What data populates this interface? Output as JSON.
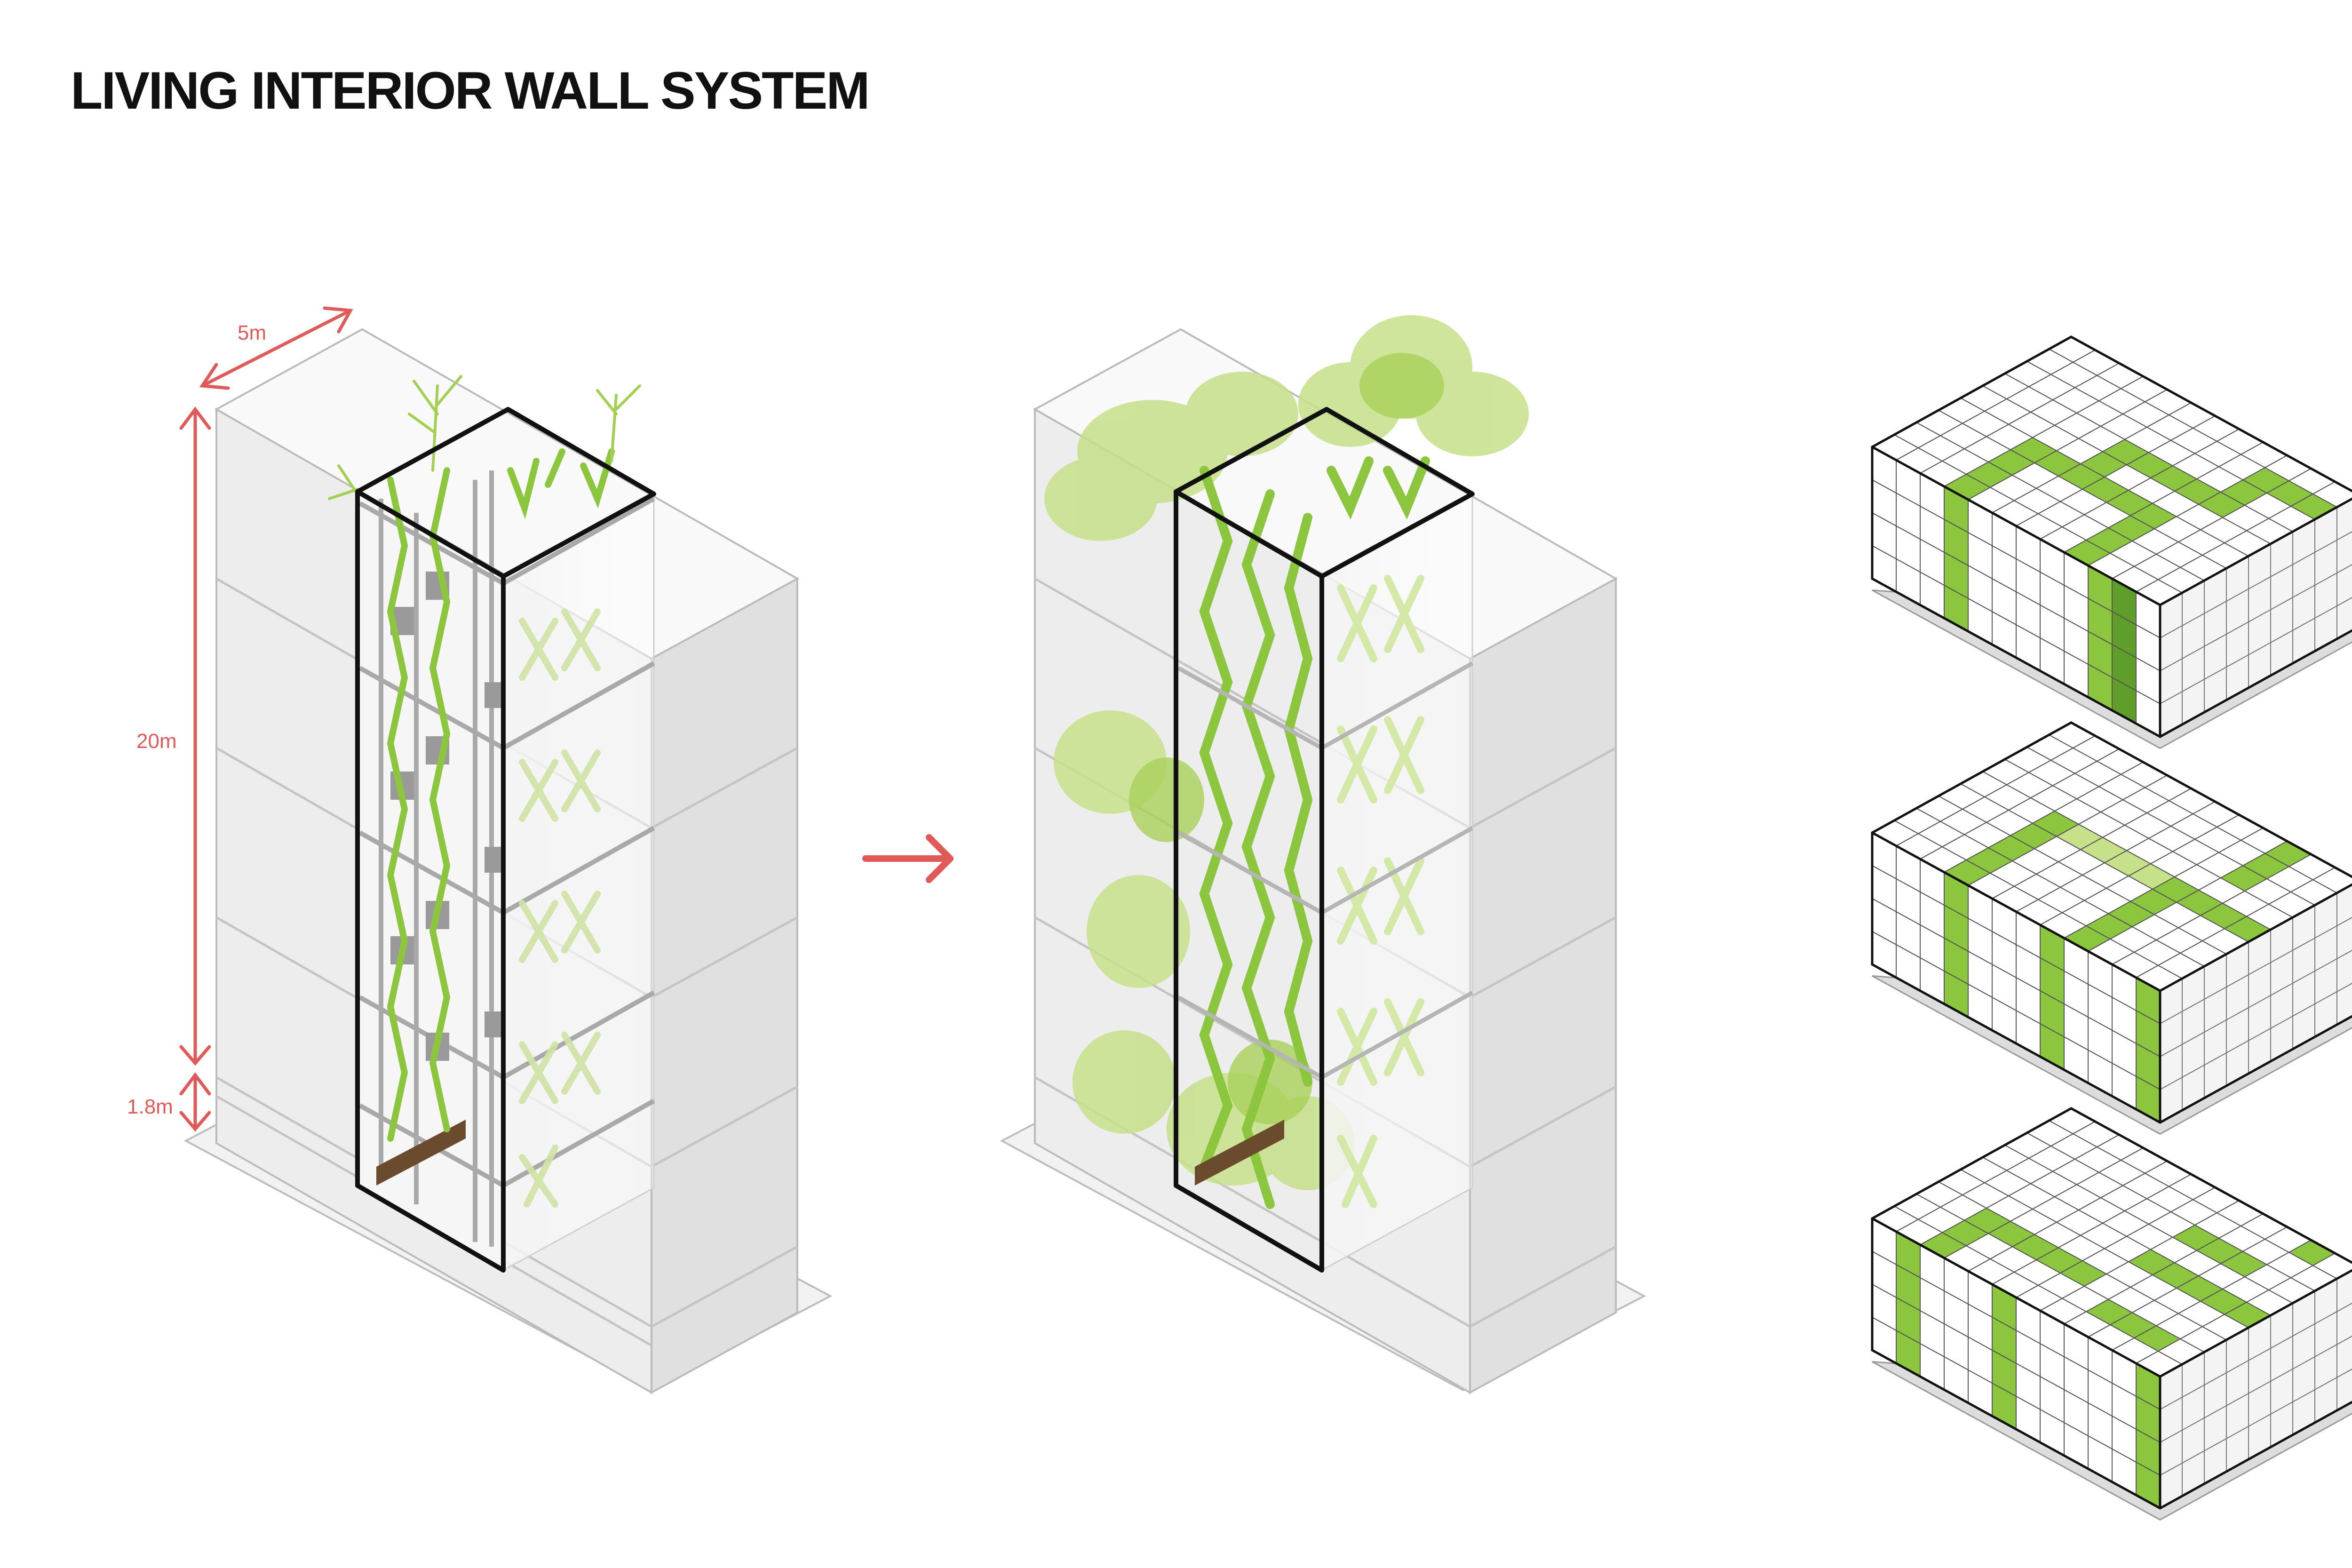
{
  "title": "LIVING INTERIOR WALL SYSTEM",
  "dimensions": {
    "width": "5m",
    "height_upper": "20m",
    "height_lower": "1.8m"
  },
  "colors": {
    "dimension": "#e05a5a",
    "green": "#8cc63f",
    "green_light": "#c7e08a",
    "green_dark": "#5f9e2a",
    "wall_left": "#ededed",
    "wall_right": "#e2e2e2",
    "wall_top": "#f9f9f9",
    "outline": "#111111"
  },
  "icons": [
    "arrow-right-icon"
  ],
  "blocks": [
    {
      "name": "pattern-block-1"
    },
    {
      "name": "pattern-block-2"
    },
    {
      "name": "pattern-block-3"
    }
  ]
}
